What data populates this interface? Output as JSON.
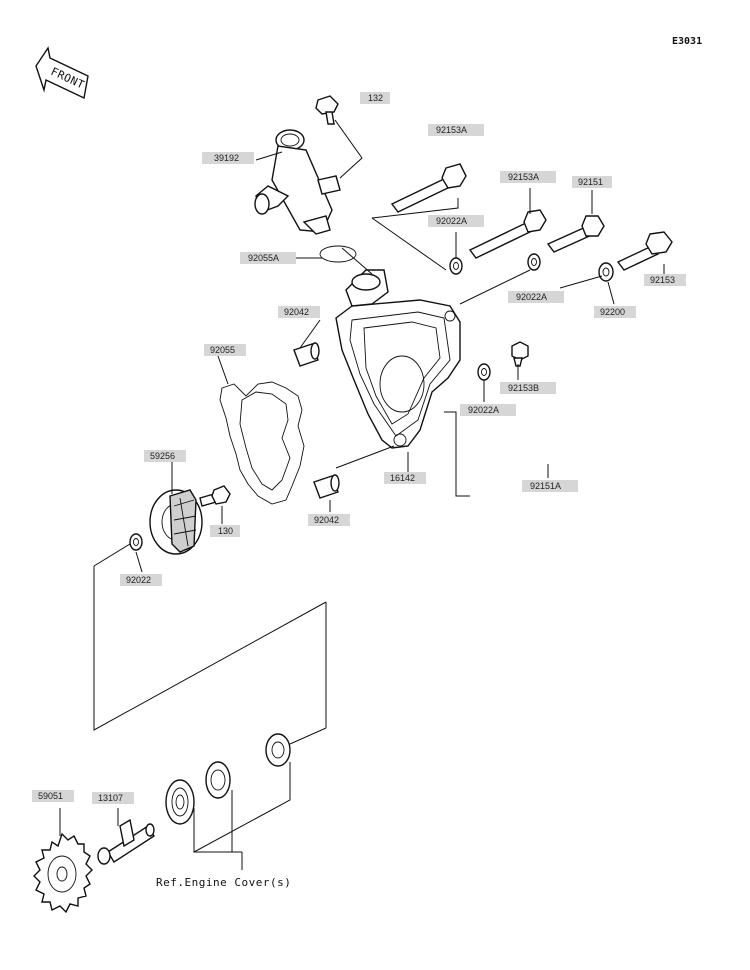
{
  "diagram_code": "E3031",
  "front_label": "FRONT",
  "reference_note": "Ref.Engine Cover(s)",
  "parts": [
    {
      "id": "p132",
      "number": "132"
    },
    {
      "id": "p39192",
      "number": "39192"
    },
    {
      "id": "p92153A_1",
      "number": "92153A"
    },
    {
      "id": "p92153A_2",
      "number": "92153A"
    },
    {
      "id": "p92151",
      "number": "92151"
    },
    {
      "id": "p92022A_1",
      "number": "92022A"
    },
    {
      "id": "p92055A",
      "number": "92055A"
    },
    {
      "id": "p92153",
      "number": "92153"
    },
    {
      "id": "p92022A_2",
      "number": "92022A"
    },
    {
      "id": "p92200",
      "number": "92200"
    },
    {
      "id": "p92042_1",
      "number": "92042"
    },
    {
      "id": "p92055",
      "number": "92055"
    },
    {
      "id": "p92153B",
      "number": "92153B"
    },
    {
      "id": "p92022A_3",
      "number": "92022A"
    },
    {
      "id": "p59256",
      "number": "59256"
    },
    {
      "id": "p16142",
      "number": "16142"
    },
    {
      "id": "p92151A",
      "number": "92151A"
    },
    {
      "id": "p130",
      "number": "130"
    },
    {
      "id": "p92042_2",
      "number": "92042"
    },
    {
      "id": "p92022",
      "number": "92022"
    },
    {
      "id": "p59051",
      "number": "59051"
    },
    {
      "id": "p13107",
      "number": "13107"
    }
  ]
}
